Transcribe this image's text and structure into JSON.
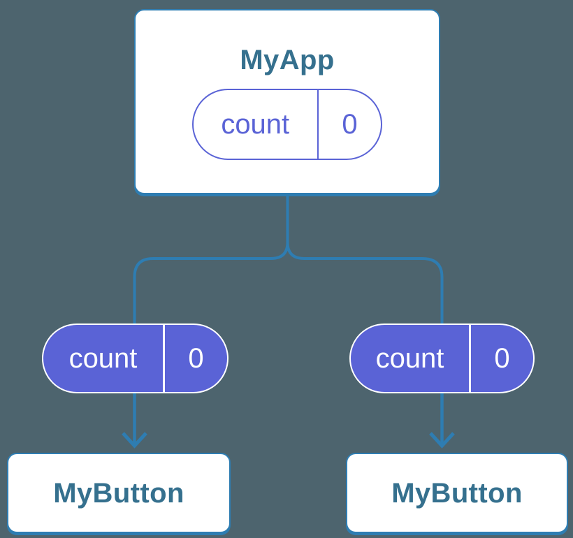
{
  "background": "#4d646e",
  "colors": {
    "line": "#2e7db2",
    "node_border": "#2e7db2",
    "node_fill": "#ffffff",
    "node_text": "#35708e",
    "indigo": "#5a63d6",
    "pill_text_on_fill": "#ffffff"
  },
  "diagram": {
    "root": {
      "title": "MyApp",
      "state": {
        "name": "count",
        "value": "0"
      }
    },
    "children": [
      {
        "title": "MyButton",
        "prop": {
          "name": "count",
          "value": "0"
        }
      },
      {
        "title": "MyButton",
        "prop": {
          "name": "count",
          "value": "0"
        }
      }
    ]
  }
}
